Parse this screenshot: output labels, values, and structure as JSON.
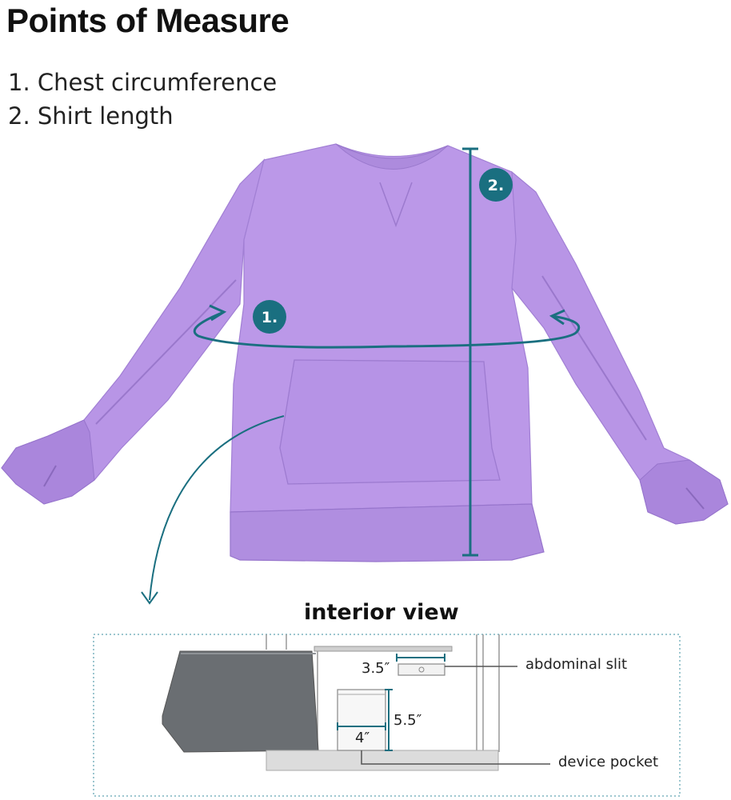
{
  "header": {
    "title": "Points of Measure"
  },
  "points": [
    {
      "label": "1. Chest circumference"
    },
    {
      "label": "2. Shirt length"
    }
  ],
  "badges": {
    "chest": "1.",
    "length": "2."
  },
  "interior": {
    "title": "interior view",
    "slit_width": "3.5″",
    "pocket_height": "5.5″",
    "pocket_width": "4″",
    "abdominal_slit_label": "abdominal slit",
    "device_pocket_label": "device pocket"
  },
  "colors": {
    "shirt": "#b895e6",
    "shirt_shadow": "#a37fd6",
    "accent": "#1a6f80",
    "panel_dark": "#6a6e72"
  }
}
